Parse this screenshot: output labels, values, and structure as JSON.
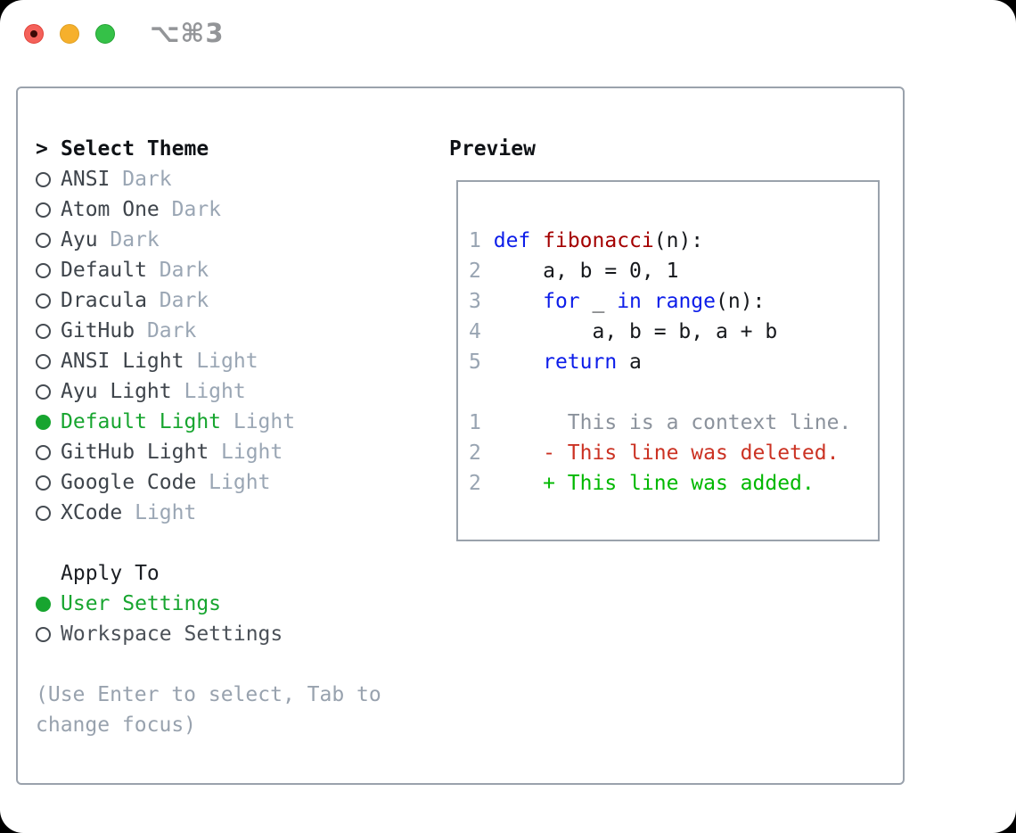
{
  "window": {
    "shortcut": "⌥⌘3",
    "controls": [
      "close",
      "minimize",
      "zoom"
    ]
  },
  "panel": {
    "select_theme": {
      "prompt": ">",
      "title": "Select Theme",
      "items": [
        {
          "name": "ANSI",
          "variant": "Dark",
          "selected": false
        },
        {
          "name": "Atom One",
          "variant": "Dark",
          "selected": false
        },
        {
          "name": "Ayu",
          "variant": "Dark",
          "selected": false
        },
        {
          "name": "Default",
          "variant": "Dark",
          "selected": false
        },
        {
          "name": "Dracula",
          "variant": "Dark",
          "selected": false
        },
        {
          "name": "GitHub",
          "variant": "Dark",
          "selected": false
        },
        {
          "name": "ANSI Light",
          "variant": "Light",
          "selected": false
        },
        {
          "name": "Ayu Light",
          "variant": "Light",
          "selected": false
        },
        {
          "name": "Default Light",
          "variant": "Light",
          "selected": true
        },
        {
          "name": "GitHub Light",
          "variant": "Light",
          "selected": false
        },
        {
          "name": "Google Code",
          "variant": "Light",
          "selected": false
        },
        {
          "name": "XCode",
          "variant": "Light",
          "selected": false
        }
      ]
    },
    "apply_to": {
      "title": "Apply To",
      "options": [
        {
          "label": "User Settings",
          "selected": true
        },
        {
          "label": "Workspace Settings",
          "selected": false
        }
      ]
    },
    "hint": [
      "(Use Enter to select, Tab to",
      "change focus)"
    ]
  },
  "preview": {
    "title": "Preview",
    "lines": [
      {
        "segments": [
          {
            "style": "num",
            "text": "1"
          },
          {
            "style": "pl",
            "text": " "
          },
          {
            "style": "kw",
            "text": "def"
          },
          {
            "style": "pl",
            "text": " "
          },
          {
            "style": "fn",
            "text": "fibonacci"
          },
          {
            "style": "pl",
            "text": "(n):"
          }
        ]
      },
      {
        "segments": [
          {
            "style": "num",
            "text": "2"
          },
          {
            "style": "pl",
            "text": "     a, b = 0, 1"
          }
        ]
      },
      {
        "segments": [
          {
            "style": "num",
            "text": "3"
          },
          {
            "style": "pl",
            "text": "     "
          },
          {
            "style": "kw",
            "text": "for"
          },
          {
            "style": "pl",
            "text": " _ "
          },
          {
            "style": "kw",
            "text": "in"
          },
          {
            "style": "pl",
            "text": " "
          },
          {
            "style": "kw",
            "text": "range"
          },
          {
            "style": "pl",
            "text": "(n):"
          }
        ]
      },
      {
        "segments": [
          {
            "style": "num",
            "text": "4"
          },
          {
            "style": "pl",
            "text": "         a, b = b, a + b"
          }
        ]
      },
      {
        "segments": [
          {
            "style": "num",
            "text": "5"
          },
          {
            "style": "pl",
            "text": "     "
          },
          {
            "style": "kw",
            "text": "return"
          },
          {
            "style": "pl",
            "text": " a"
          }
        ]
      },
      {
        "segments": []
      },
      {
        "segments": [
          {
            "style": "num",
            "text": "1"
          },
          {
            "style": "ctx",
            "text": "       This is a context line."
          }
        ]
      },
      {
        "segments": [
          {
            "style": "num",
            "text": "2"
          },
          {
            "style": "del",
            "text": "     - This line was deleted."
          }
        ]
      },
      {
        "segments": [
          {
            "style": "num",
            "text": "2"
          },
          {
            "style": "add",
            "text": "     + This line was added."
          }
        ]
      }
    ]
  },
  "colors": {
    "keyword_blue": "#0c1de9",
    "function_red": "#a40000",
    "code_default": "#16181c",
    "line_number_gray": "#98a4b2",
    "context_gray": "#8b929c",
    "deleted_red": "#cb3223",
    "added_green": "#00b800",
    "selected_green": "#17a52f",
    "suffix_gray": "#9aa6b4",
    "hint_gray": "#98a2ae",
    "border_gray": "#9aa2ac",
    "traffic_red": "#f4615a",
    "traffic_yellow": "#f6b02c",
    "traffic_green": "#35c148"
  }
}
